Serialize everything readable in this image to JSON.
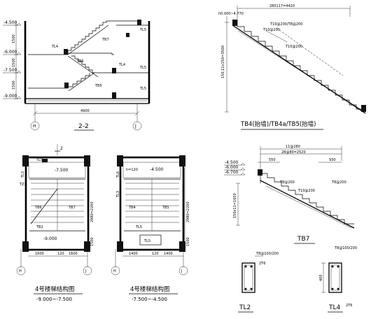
{
  "section_2_2": {
    "levels": [
      "-4.500",
      "-6.000",
      "-7.500",
      "-9.000"
    ],
    "heights": [
      "1500",
      "1500",
      "1500"
    ],
    "beams": [
      "TL5",
      "TB7",
      "TL4",
      "TB6",
      "TL4",
      "TL5",
      "TB5",
      "TL5"
    ],
    "span": "4900",
    "axes": [
      "H",
      "J"
    ],
    "title": "2-2"
  },
  "tb4": {
    "top_dim": "280117=4420",
    "left_label": "h0.000~4.770",
    "left_dim": "150,11x150=3500",
    "rebar_labels": [
      "T10@200",
      "T10@200/T8@200",
      "T10@200"
    ],
    "title": "TB4(抬墙)/TB4a/TB5(抬墙)"
  },
  "plan_1": {
    "section_mark": "2",
    "beams": [
      "TL5",
      "TL3",
      "TZ1"
    ],
    "level": "-7.500",
    "dim_right": "2980=2200",
    "dim_left": "1500",
    "labels": [
      "TB6",
      "TB7",
      "TB2"
    ],
    "bottom_level": "-9.000",
    "dims_bottom": [
      "1600",
      "120",
      "1600"
    ],
    "axes": [
      "H",
      "J"
    ],
    "title": "4号楼梯结构图",
    "subtitle": "-9.000~-7.500"
  },
  "plan_2": {
    "top_label": "h=120",
    "beams": [
      "TL6",
      "TL3"
    ],
    "level": "-4.500",
    "dim_right": "2980=2200",
    "labels": [
      "TB4",
      "TB5",
      "TL5"
    ],
    "mid_label": "TL5",
    "bottom_dim_label": "1500",
    "dims_bottom": [
      "1400",
      "120",
      "1400"
    ],
    "axes": [
      "H",
      "J"
    ],
    "title": "4号楼梯结构图",
    "subtitle": "-7.500~-4.500"
  },
  "tb7": {
    "top_dim": "11@280",
    "top_dim_2": "28@80=2520",
    "levels": [
      "-4.500",
      "-6.000",
      "-6.700"
    ],
    "left_dims": [
      "550",
      "930"
    ],
    "rebar": "T8@200",
    "rebar_2": "T10@200",
    "rebar_3": "T8@200",
    "left_dim": "150x11=1650",
    "title": "TB7"
  },
  "tl2": {
    "stirrup": "T8@100/200",
    "rebar": "2T6",
    "title": "TL2"
  },
  "tl4": {
    "stirrup": "T8@100/200",
    "height": "400",
    "rebar": "2T6",
    "title": "TL4"
  }
}
